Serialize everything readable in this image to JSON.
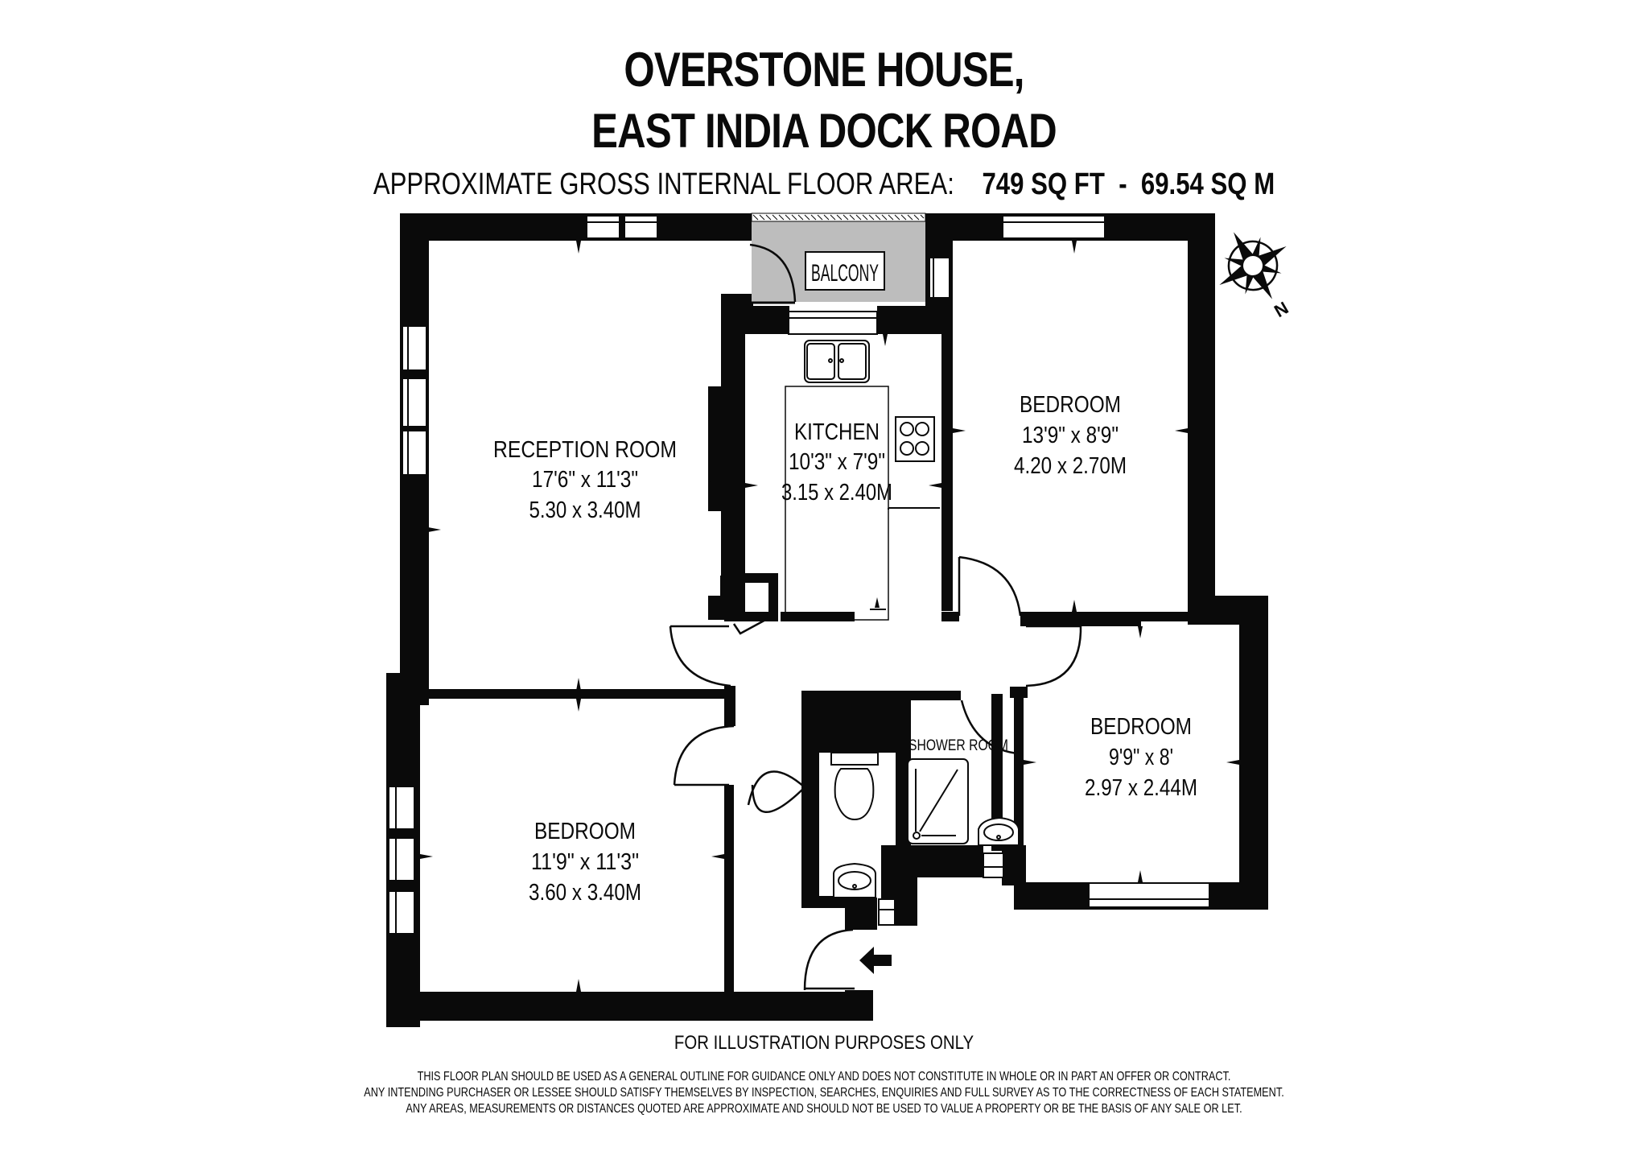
{
  "header": {
    "title_line1": "OVERSTONE HOUSE,",
    "title_line2": "EAST INDIA DOCK ROAD",
    "area_label": "APPROXIMATE GROSS INTERNAL FLOOR AREA:",
    "area_sqft": "749 SQ FT",
    "area_separator": "-",
    "area_sqm": "69.54 SQ M"
  },
  "compass": {
    "north_label": "N"
  },
  "rooms": {
    "reception": {
      "name": "RECEPTION ROOM",
      "imperial": "17'6\" x 11'3\"",
      "metric": "5.30 x 3.40M"
    },
    "kitchen": {
      "name": "KITCHEN",
      "imperial": "10'3\" x 7'9\"",
      "metric": "3.15 x 2.40M"
    },
    "bedroom1": {
      "name": "BEDROOM",
      "imperial": "13'9\" x 8'9\"",
      "metric": "4.20 x 2.70M"
    },
    "bedroom2": {
      "name": "BEDROOM",
      "imperial": "9'9\" x 8'",
      "metric": "2.97 x 2.44M"
    },
    "bedroom3": {
      "name": "BEDROOM",
      "imperial": "11'9\" x 11'3\"",
      "metric": "3.60 x 3.40M"
    },
    "shower": {
      "name": "SHOWER ROOM"
    },
    "balcony": {
      "name": "BALCONY"
    }
  },
  "footer": {
    "illustration_note": "FOR ILLUSTRATION PURPOSES ONLY",
    "disclaimer_lines": [
      "THIS FLOOR PLAN SHOULD BE USED AS A GENERAL OUTLINE FOR GUIDANCE ONLY AND DOES NOT CONSTITUTE IN WHOLE OR IN PART AN OFFER OR CONTRACT.",
      "ANY INTENDING PURCHASER OR LESSEE SHOULD SATISFY THEMSELVES BY INSPECTION, SEARCHES, ENQUIRIES AND FULL SURVEY AS TO THE CORRECTNESS OF EACH STATEMENT.",
      "ANY AREAS, MEASUREMENTS OR DISTANCES QUOTED ARE APPROXIMATE AND SHOULD NOT BE USED TO VALUE A PROPERTY OR BE THE BASIS OF ANY SALE OR LET."
    ]
  },
  "colors": {
    "wall": "#0a0a0a",
    "balcony_fill": "#bdbdbd",
    "background": "#ffffff"
  }
}
